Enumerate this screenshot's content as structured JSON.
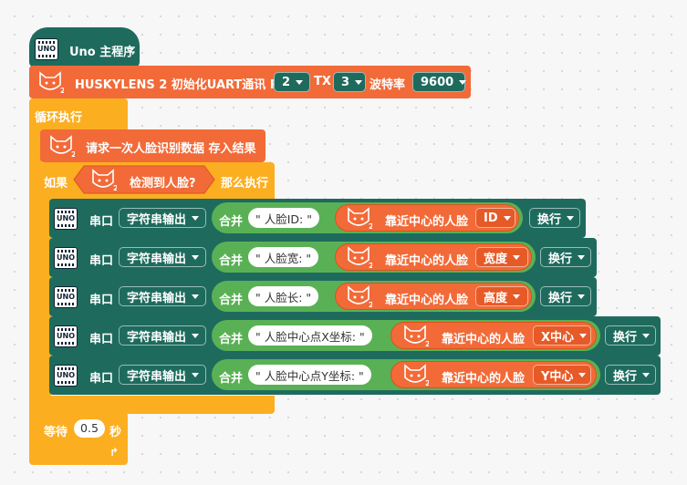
{
  "main_block": {
    "title": "Uno 主程序",
    "board_icon_text": "UNO"
  },
  "init_block": {
    "label": "HUSKYLENS 2 初始化UART通讯 RX",
    "rx": "2",
    "tx_label": "TX",
    "tx": "3",
    "baud_label": "波特率",
    "baud": "9600"
  },
  "loop_block": {
    "label": "循环执行"
  },
  "request_block": {
    "label": "请求一次人脸识别数据 存入结果"
  },
  "if_block": {
    "if_label": "如果",
    "condition": "检测到人脸?",
    "then_label": "那么执行"
  },
  "serial_rows": [
    {
      "serial": "串口",
      "mode": "字符串输出",
      "merge": "合并",
      "text": "\" 人脸ID: \"",
      "face": "靠近中心的人脸",
      "attr": "ID",
      "newline": "换行"
    },
    {
      "serial": "串口",
      "mode": "字符串输出",
      "merge": "合并",
      "text": "\" 人脸宽: \"",
      "face": "靠近中心的人脸",
      "attr": "宽度",
      "newline": "换行"
    },
    {
      "serial": "串口",
      "mode": "字符串输出",
      "merge": "合并",
      "text": "\" 人脸长: \"",
      "face": "靠近中心的人脸",
      "attr": "高度",
      "newline": "换行"
    },
    {
      "serial": "串口",
      "mode": "字符串输出",
      "merge": "合并",
      "text": "\" 人脸中心点X坐标: \"",
      "face": "靠近中心的人脸",
      "attr": "X中心",
      "newline": "换行"
    },
    {
      "serial": "串口",
      "mode": "字符串输出",
      "merge": "合并",
      "text": "\" 人脸中心点Y坐标: \"",
      "face": "靠近中心的人脸",
      "attr": "Y中心",
      "newline": "换行"
    }
  ],
  "wait_block": {
    "label": "等待",
    "value": "0.5",
    "unit": "秒"
  },
  "icons": {
    "board": "uno-board-icon",
    "huskylens": "huskylens-cat-icon",
    "loop_arrow": "loop-arrow-icon"
  },
  "colors": {
    "teal": "#1e6b5e",
    "orange": "#f26a38",
    "yellow": "#fcae21",
    "green": "#5ab155"
  }
}
